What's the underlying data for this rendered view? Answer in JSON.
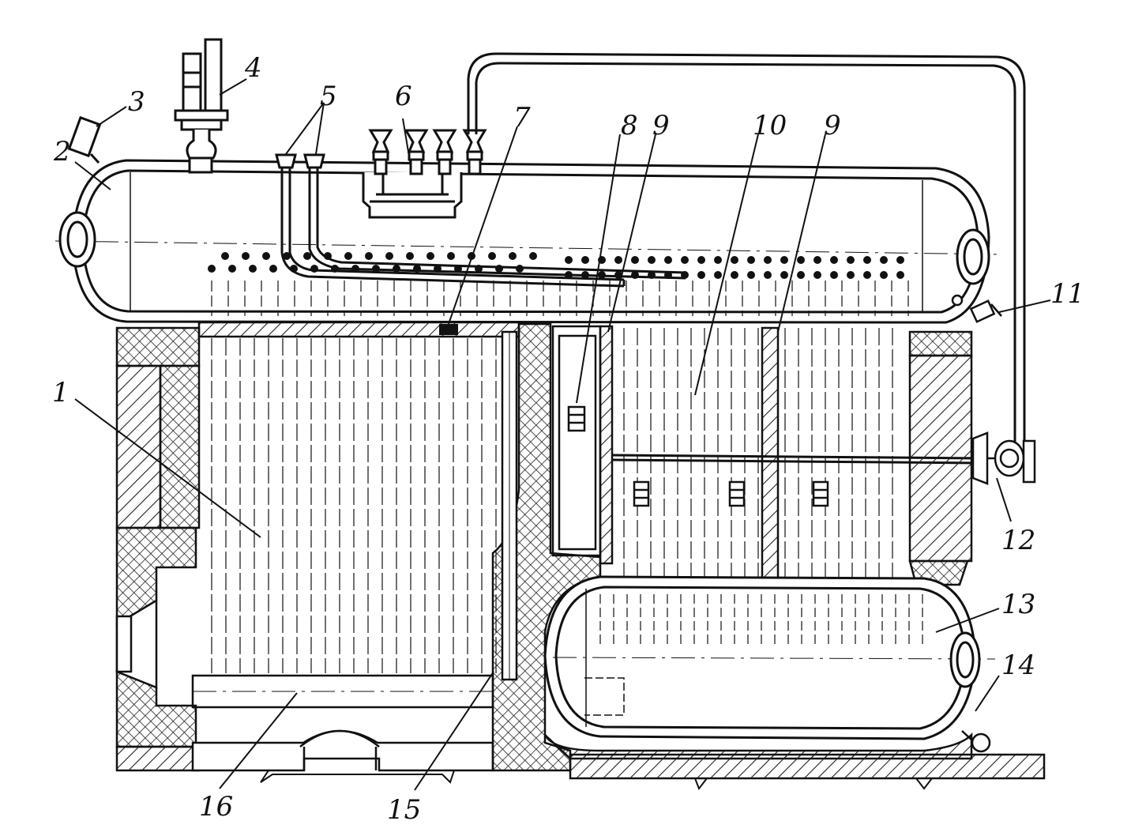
{
  "colors": {
    "ink": "#111111",
    "paper": "#ffffff",
    "hatch": "#222222"
  },
  "labels": {
    "l1": "1",
    "l2": "2",
    "l3": "3",
    "l4": "4",
    "l5": "5",
    "l6": "6",
    "l7": "7",
    "l8": "8",
    "l9a": "9",
    "l9b": "9",
    "l10": "10",
    "l11": "11",
    "l12": "12",
    "l13": "13",
    "l14": "14",
    "l15": "15",
    "l16": "16"
  }
}
